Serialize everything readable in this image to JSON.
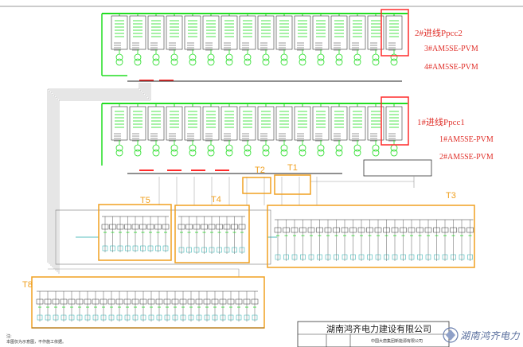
{
  "incomers": {
    "top": {
      "title": "2#进线Ppcc2",
      "line1": "3#AM5SE-PVM",
      "line2": "4#AM5SE-PVM"
    },
    "bottom": {
      "title": "1#进线Ppcc1",
      "line1": "1#AM5SE-PVM",
      "line2": "2#AM5SE-PVM"
    }
  },
  "transformer_tags": [
    "T1",
    "T2",
    "T3",
    "T4",
    "T5",
    "T8"
  ],
  "title_block": {
    "company": "湖南鸿齐电力建设有限公司",
    "client_fragment": "中国大唐集团新能源有限公司",
    "logo_text": "湖南鸿齐电力"
  },
  "notes": {
    "left_footer_1": "注:",
    "left_footer_2": "本图仅为示意图，不作施工依据。"
  },
  "colors": {
    "bus": "#22dd22",
    "highlight": "#ff2b2b",
    "group_box": "#f0a020",
    "line": "#444444",
    "incomer_text": "#e0302a"
  }
}
